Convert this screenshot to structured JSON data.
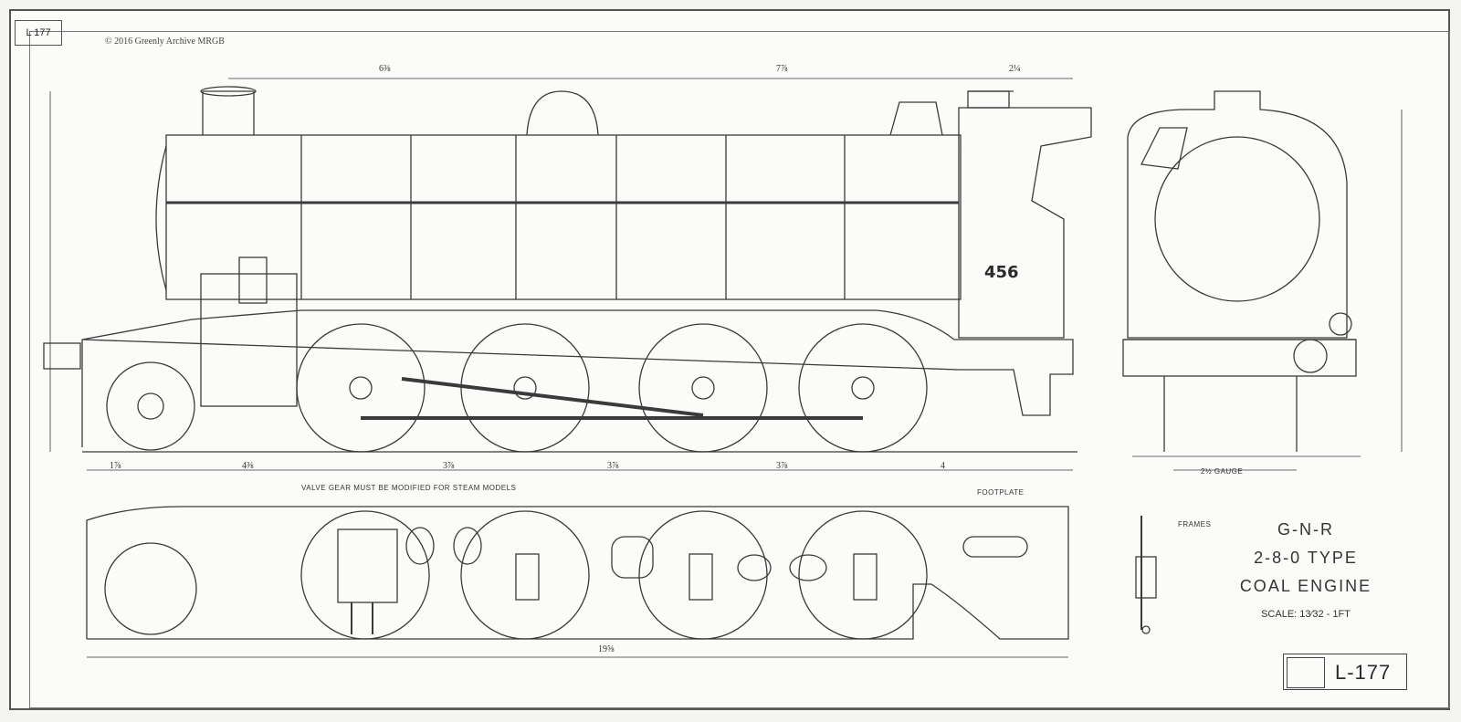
{
  "sheet": {
    "ref_box": "L 177",
    "copyright": "© 2016 Greenly Archive MRGB",
    "engine_number": "456"
  },
  "title_block": {
    "line1": "G-N-R",
    "line2": "2-8-0 TYPE",
    "line3": "COAL ENGINE",
    "scale": "SCALE: 13⁄32 - 1FT"
  },
  "drawing_no": "L-177",
  "notes": {
    "valve_gear": "VALVE GEAR MUST BE MODIFIED FOR STEAM MODELS",
    "footplate": "FOOTPLATE",
    "gauge": "2½ GAUGE",
    "frames": "FRAMES"
  },
  "dimensions": {
    "top_left": "6⅜",
    "top_mid": "7⅞",
    "top_right": "2¼",
    "bottom_total": "19⅝",
    "axle_1": "1⅞",
    "axle_2": "4⅜",
    "axle_3": "3⅞",
    "axle_4": "3⅞",
    "axle_5": "3⅞",
    "rear": "4"
  },
  "colors": {
    "line": "#3a3a3a",
    "paper": "#fbfbf9"
  }
}
